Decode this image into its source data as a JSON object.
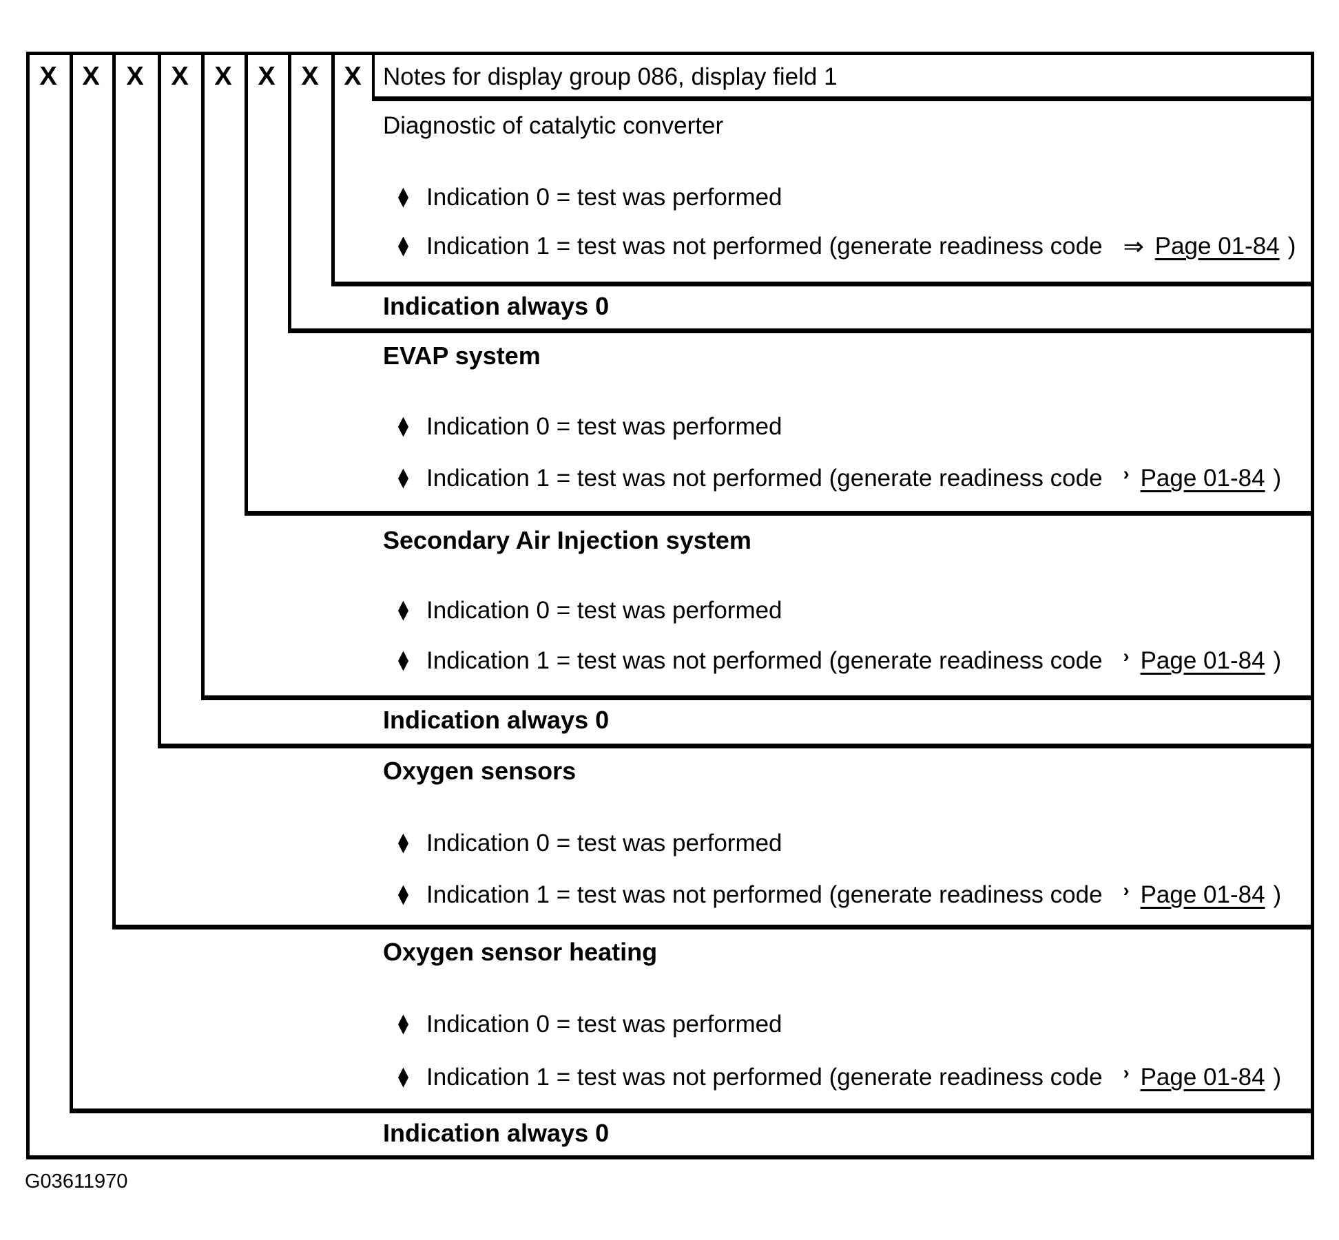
{
  "colors": {
    "ink": "#000000",
    "paper": "#ffffff"
  },
  "bit_row": {
    "cells": [
      "X",
      "X",
      "X",
      "X",
      "X",
      "X",
      "X",
      "X"
    ]
  },
  "notes": {
    "header": "Notes for display group 086, display field 1"
  },
  "strings": {
    "bullet0": "Indication 0 = test was performed",
    "bullet1_text": "Indication 1 = test was not performed (generate readiness code",
    "page_link": "Page 01-84",
    "bullet1_suffix": ")"
  },
  "sections": [
    {
      "kind": "system",
      "title": "Diagnostic of catalytic converter",
      "arrow": "⇒"
    },
    {
      "kind": "always",
      "title": "Indication always 0"
    },
    {
      "kind": "system",
      "title": "EVAP system",
      "arrow": "›"
    },
    {
      "kind": "system",
      "title": "Secondary Air Injection system",
      "arrow": "›"
    },
    {
      "kind": "always",
      "title": "Indication always 0"
    },
    {
      "kind": "system",
      "title": "Oxygen sensors",
      "arrow": "›"
    },
    {
      "kind": "system",
      "title": "Oxygen sensor heating",
      "arrow": "›"
    },
    {
      "kind": "always",
      "title": "Indication always 0"
    }
  ],
  "figure": {
    "caption": "G03611970"
  }
}
